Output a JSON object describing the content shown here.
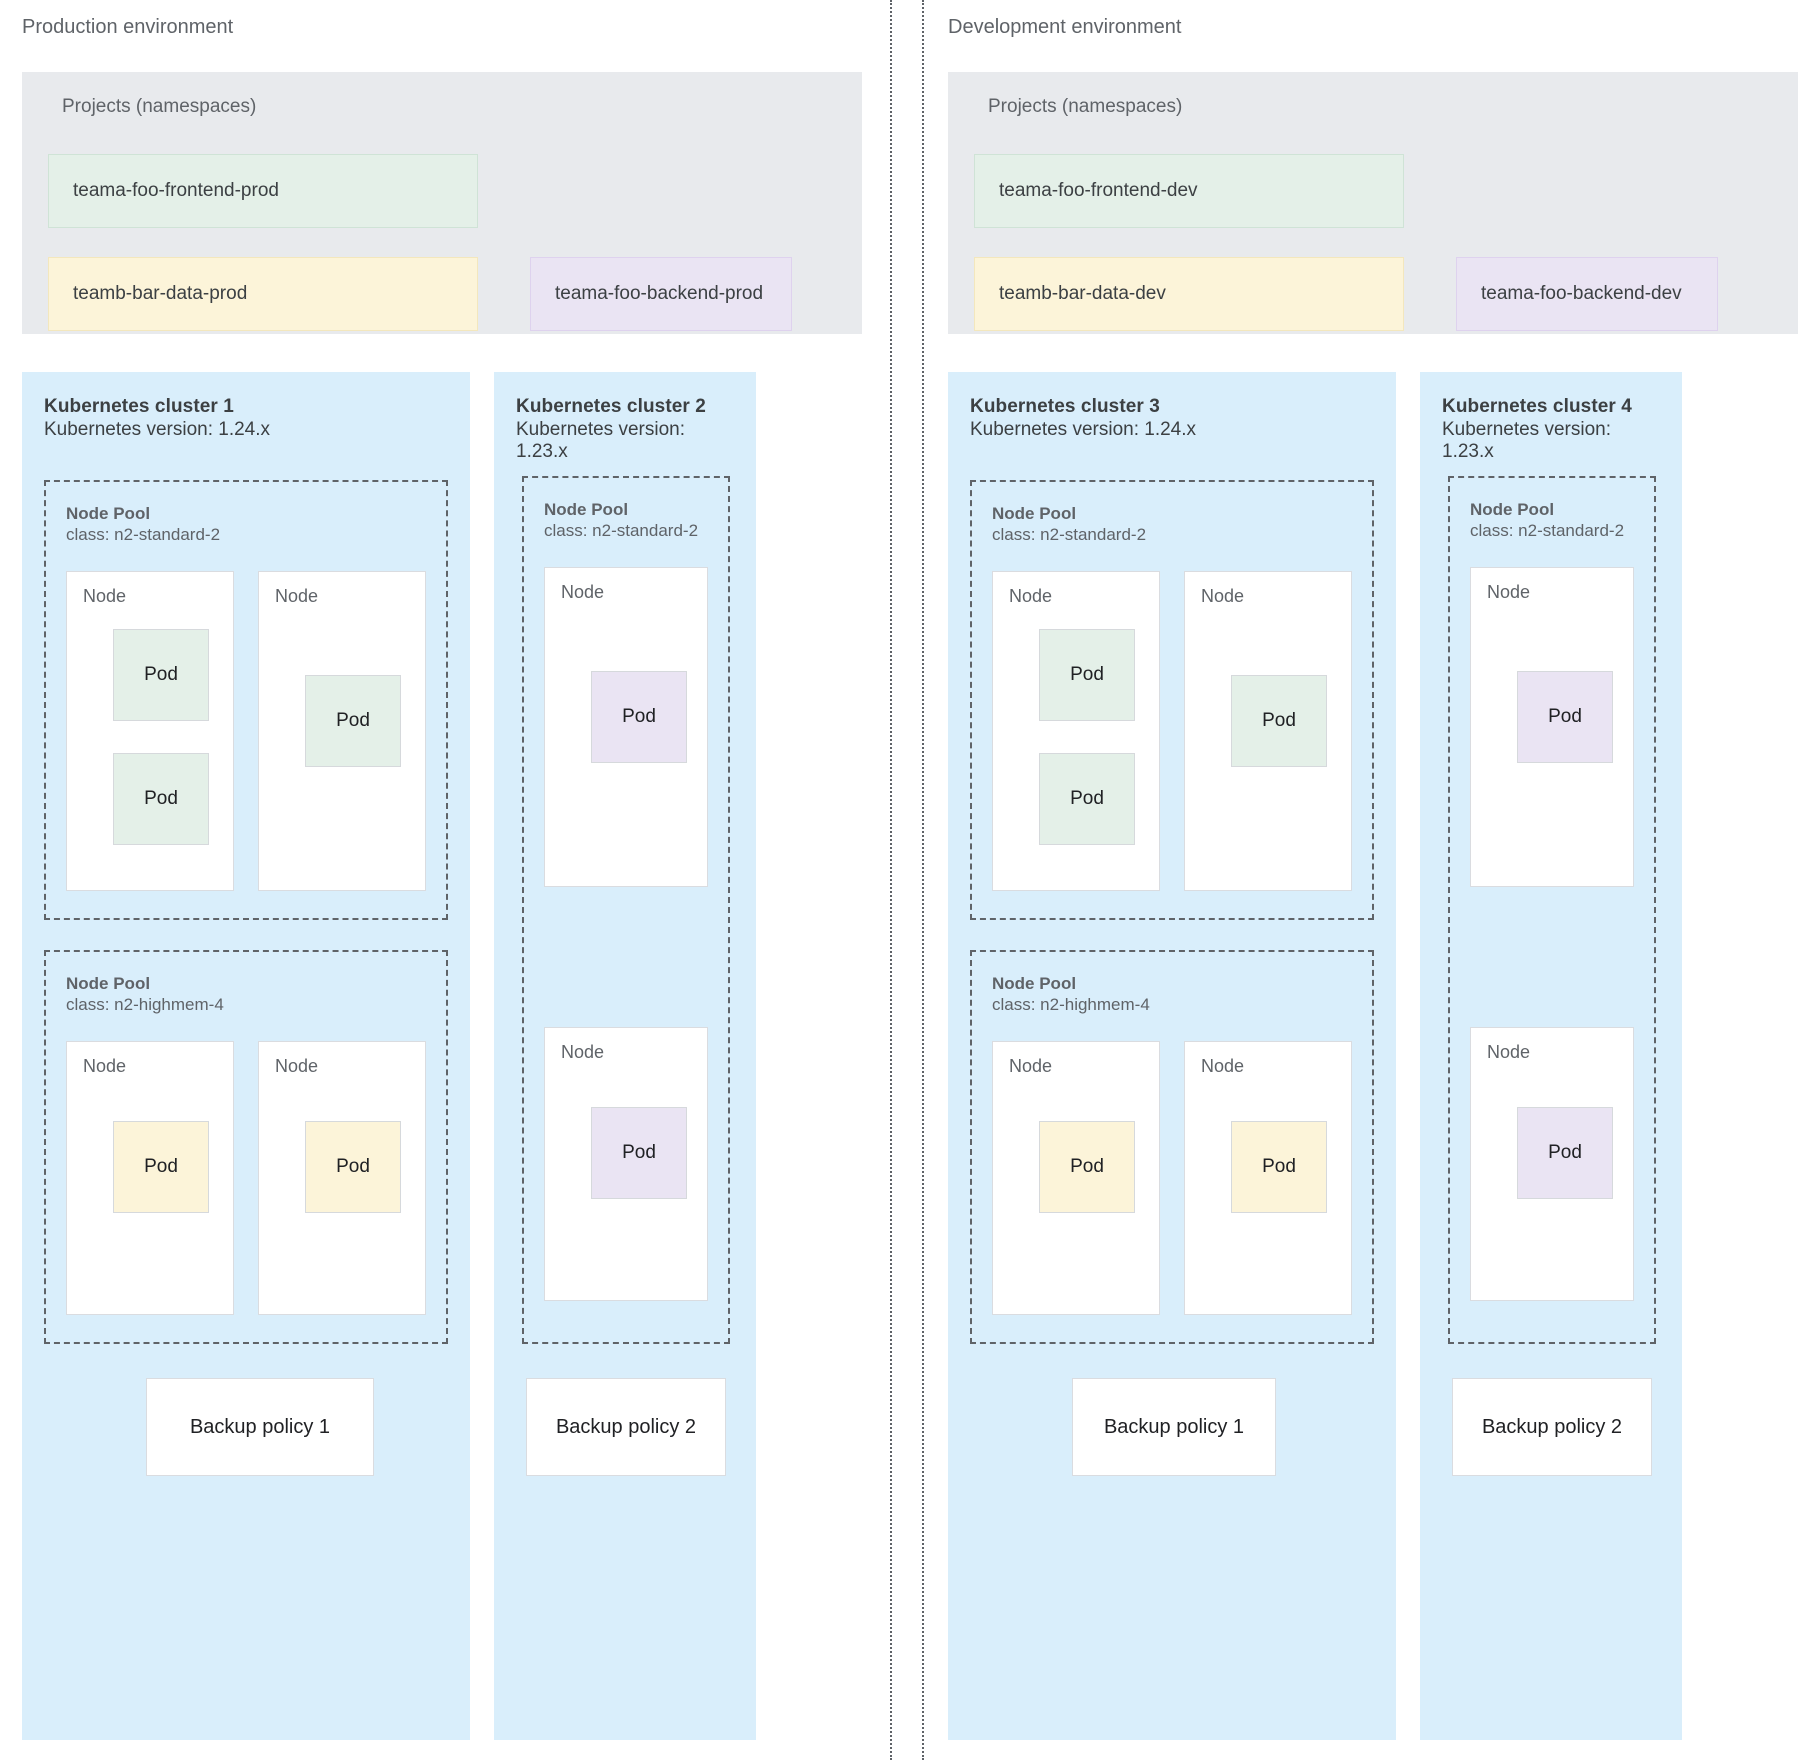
{
  "colors": {
    "background": "#ffffff",
    "divider": "#5f6368",
    "projects_panel": "#e8eaed",
    "cluster_panel": "#d9eefb",
    "node_fill": "#ffffff",
    "node_border": "#dadce0",
    "pod_green": "#e4f0e8",
    "pod_yellow": "#fcf4d9",
    "pod_purple": "#eae4f3",
    "text_primary": "#3c4043",
    "text_secondary": "#5f6368"
  },
  "labels": {
    "projects_heading": "Projects (namespaces)",
    "node_pool_title": "Node Pool",
    "node_label": "Node",
    "pod_label": "Pod"
  },
  "environments": [
    {
      "id": "production",
      "title": "Production environment",
      "projects": {
        "heading": "Projects (namespaces)",
        "namespaces": [
          {
            "name": "teama-foo-frontend-prod",
            "color": "green",
            "size": "wide"
          },
          {
            "name": "teamb-bar-data-prod",
            "color": "yellow",
            "size": "wide"
          },
          {
            "name": "teama-foo-backend-prod",
            "color": "purple",
            "size": "narrow"
          }
        ]
      },
      "clusters": [
        {
          "name": "Kubernetes cluster 1",
          "version": "Kubernetes version: 1.24.x",
          "width": "wide",
          "node_pools": [
            {
              "title": "Node Pool",
              "class": "class: n2-standard-2",
              "nodes": [
                {
                  "label": "Node",
                  "pods": [
                    {
                      "label": "Pod",
                      "color": "green"
                    },
                    {
                      "label": "Pod",
                      "color": "green"
                    }
                  ]
                },
                {
                  "label": "Node",
                  "pods": [
                    {
                      "label": "Pod",
                      "color": "green"
                    }
                  ]
                }
              ]
            },
            {
              "title": "Node Pool",
              "class": "class: n2-highmem-4",
              "nodes": [
                {
                  "label": "Node",
                  "pods": [
                    {
                      "label": "Pod",
                      "color": "yellow"
                    }
                  ]
                },
                {
                  "label": "Node",
                  "pods": [
                    {
                      "label": "Pod",
                      "color": "yellow"
                    }
                  ]
                }
              ]
            }
          ],
          "backup_policy": "Backup policy 1"
        },
        {
          "name": "Kubernetes cluster 2",
          "version": "Kubernetes version: 1.23.x",
          "width": "narrow",
          "node_pools": [
            {
              "title": "Node Pool",
              "class": "class: n2-standard-2",
              "nodes": [
                {
                  "label": "Node",
                  "pods": [
                    {
                      "label": "Pod",
                      "color": "purple"
                    }
                  ]
                }
              ]
            },
            {
              "title": "",
              "class": "",
              "nodes": [
                {
                  "label": "Node",
                  "pods": [
                    {
                      "label": "Pod",
                      "color": "purple"
                    }
                  ]
                }
              ]
            }
          ],
          "backup_policy": "Backup policy 2"
        }
      ]
    },
    {
      "id": "development",
      "title": "Development environment",
      "projects": {
        "heading": "Projects (namespaces)",
        "namespaces": [
          {
            "name": "teama-foo-frontend-dev",
            "color": "green",
            "size": "wide"
          },
          {
            "name": "teamb-bar-data-dev",
            "color": "yellow",
            "size": "wide"
          },
          {
            "name": "teama-foo-backend-dev",
            "color": "purple",
            "size": "narrow"
          }
        ]
      },
      "clusters": [
        {
          "name": "Kubernetes cluster 3",
          "version": "Kubernetes version: 1.24.x",
          "width": "wide",
          "node_pools": [
            {
              "title": "Node Pool",
              "class": "class: n2-standard-2",
              "nodes": [
                {
                  "label": "Node",
                  "pods": [
                    {
                      "label": "Pod",
                      "color": "green"
                    },
                    {
                      "label": "Pod",
                      "color": "green"
                    }
                  ]
                },
                {
                  "label": "Node",
                  "pods": [
                    {
                      "label": "Pod",
                      "color": "green"
                    }
                  ]
                }
              ]
            },
            {
              "title": "Node Pool",
              "class": "class: n2-highmem-4",
              "nodes": [
                {
                  "label": "Node",
                  "pods": [
                    {
                      "label": "Pod",
                      "color": "yellow"
                    }
                  ]
                },
                {
                  "label": "Node",
                  "pods": [
                    {
                      "label": "Pod",
                      "color": "yellow"
                    }
                  ]
                }
              ]
            }
          ],
          "backup_policy": "Backup policy 1"
        },
        {
          "name": "Kubernetes cluster 4",
          "version": "Kubernetes version: 1.23.x",
          "width": "narrow",
          "node_pools": [
            {
              "title": "Node Pool",
              "class": "class: n2-standard-2",
              "nodes": [
                {
                  "label": "Node",
                  "pods": [
                    {
                      "label": "Pod",
                      "color": "purple"
                    }
                  ]
                }
              ]
            },
            {
              "title": "",
              "class": "",
              "nodes": [
                {
                  "label": "Node",
                  "pods": [
                    {
                      "label": "Pod",
                      "color": "purple"
                    }
                  ]
                }
              ]
            }
          ],
          "backup_policy": "Backup policy 2"
        }
      ]
    }
  ]
}
